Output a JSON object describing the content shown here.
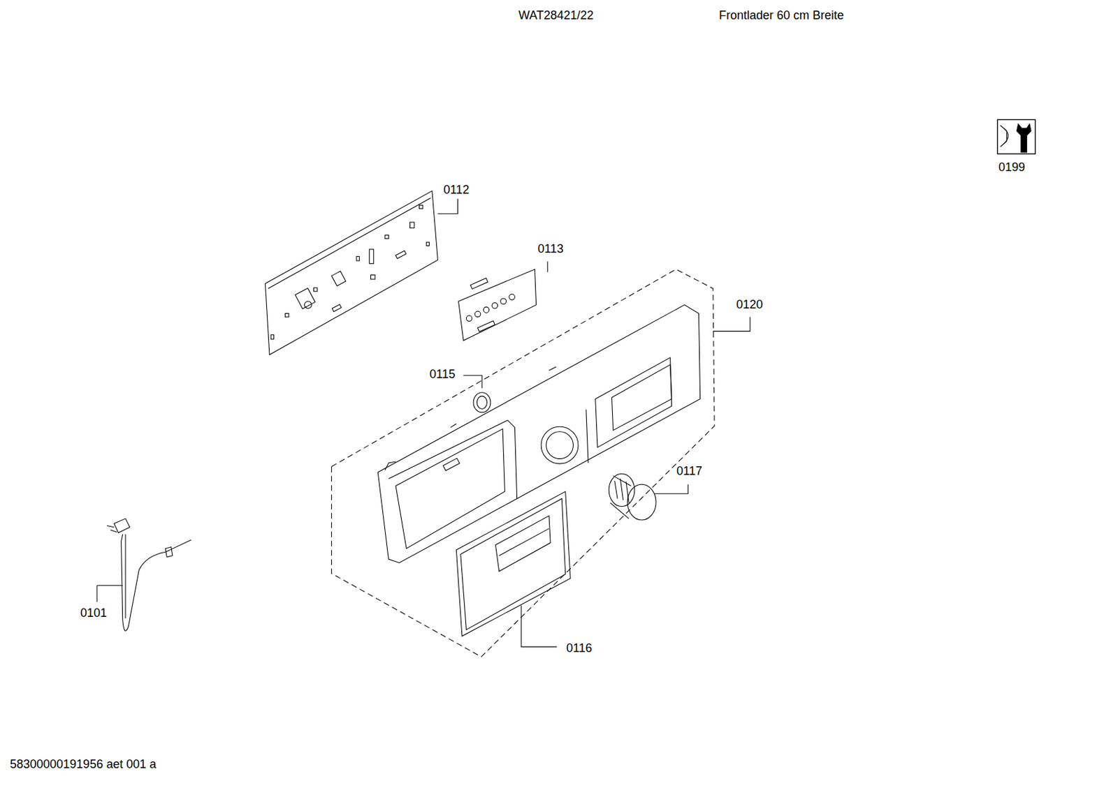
{
  "diagram": {
    "labels": [
      "WAT28421/22",
      "Frontlader 60 cm Breite",
      "0199",
      "0112",
      "0113",
      "0120",
      "0115",
      "0117",
      "0101",
      "0116",
      "58300000191956 aet 001 a"
    ]
  }
}
